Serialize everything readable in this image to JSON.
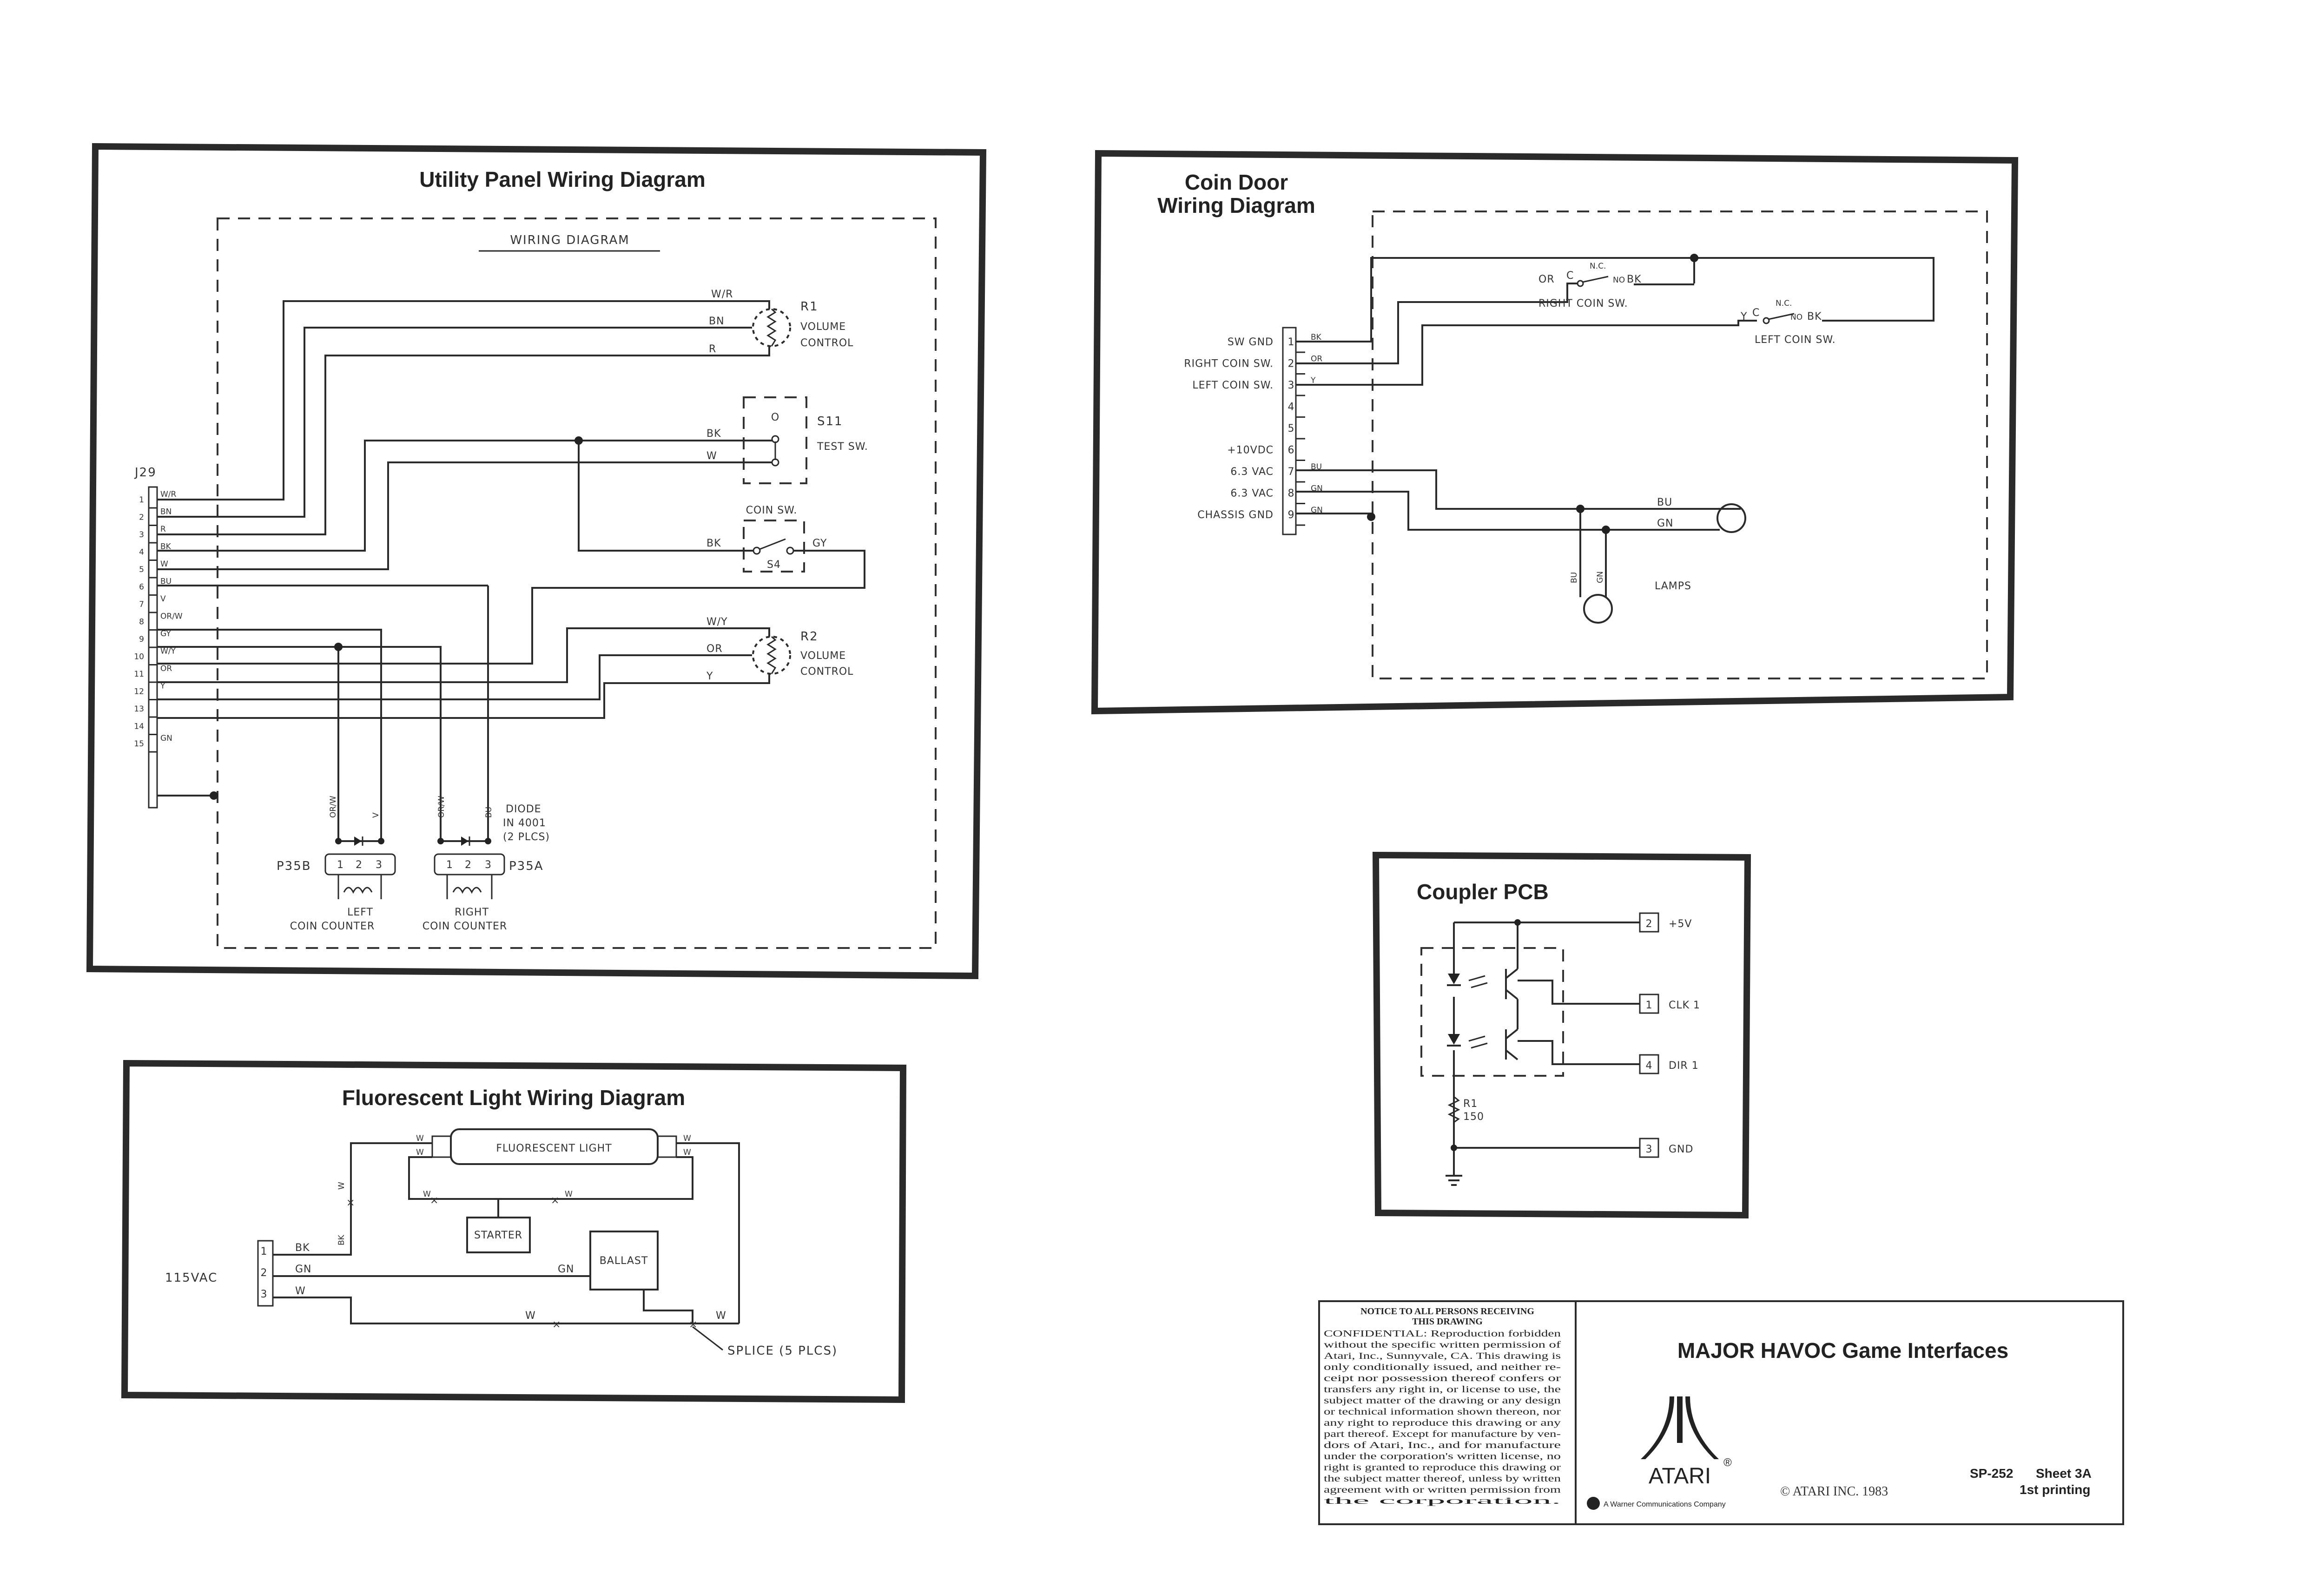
{
  "utility_panel": {
    "title": "Utility Panel Wiring Diagram",
    "subtitle": "WIRING DIAGRAM",
    "connector": "J29",
    "pins": [
      "1",
      "2",
      "3",
      "4",
      "5",
      "6",
      "7",
      "8",
      "9",
      "10",
      "11",
      "12",
      "13",
      "14",
      "15"
    ],
    "pin_wires": [
      "W/R",
      "BN",
      "R",
      "BK",
      "W",
      "BU",
      "V",
      "OR/W",
      "GY",
      "W/Y",
      "OR",
      "Y",
      "",
      "",
      "GN"
    ],
    "r1_wires": [
      "W/R",
      "BN",
      "R"
    ],
    "r1_label": [
      "R1",
      "VOLUME",
      "CONTROL"
    ],
    "s11_wires": [
      "BK",
      "W"
    ],
    "s11_label": [
      "S11",
      "TEST SW."
    ],
    "s11_mark": "O",
    "coin_sw_label": "COIN SW.",
    "coin_sw_id": "S4",
    "coin_sw_wires": [
      "BK",
      "GY"
    ],
    "r2_wires": [
      "W/Y",
      "OR",
      "Y"
    ],
    "r2_label": [
      "R2",
      "VOLUME",
      "CONTROL"
    ],
    "diode_label": [
      "DIODE",
      "IN 4001",
      "(2 PLCS)"
    ],
    "p35b": "P35B",
    "p35a": "P35A",
    "plug_pins": [
      "1",
      "2",
      "3"
    ],
    "left_wires": [
      "OR/W",
      "V"
    ],
    "right_wires": [
      "OR/W",
      "BU"
    ],
    "left_counter": [
      "LEFT",
      "COIN COUNTER"
    ],
    "right_counter": [
      "RIGHT",
      "COIN COUNTER"
    ]
  },
  "coin_door": {
    "title": [
      "Coin Door",
      "Wiring Diagram"
    ],
    "pin_labels": [
      "SW GND",
      "RIGHT COIN SW.",
      "LEFT COIN SW.",
      "",
      "",
      "+10VDC",
      "6.3 VAC",
      "6.3 VAC",
      "CHASSIS GND"
    ],
    "pins": [
      "1",
      "2",
      "3",
      "4",
      "5",
      "6",
      "7",
      "8",
      "9"
    ],
    "pin_wires": [
      "BK",
      "OR",
      "Y",
      "",
      "",
      "",
      "BU",
      "GN",
      "GN"
    ],
    "right_sw": {
      "label": "RIGHT COIN SW.",
      "wire_in": "OR",
      "nc": "N.C.",
      "no": "NO",
      "wire_out": "BK",
      "c": "C"
    },
    "left_sw": {
      "label": "LEFT COIN SW.",
      "wire_in": "Y",
      "nc": "N.C.",
      "no": "NO",
      "wire_out": "BK",
      "c": "C"
    },
    "lamp_wires": [
      "BU",
      "GN"
    ],
    "lamp_wires_vertical": [
      "BU",
      "GN"
    ],
    "lamps_label": "LAMPS"
  },
  "coupler": {
    "title": "Coupler PCB",
    "pins": [
      {
        "num": "2",
        "label": "+5V"
      },
      {
        "num": "1",
        "label": "CLK 1"
      },
      {
        "num": "4",
        "label": "DIR 1"
      },
      {
        "num": "3",
        "label": "GND"
      }
    ],
    "resistor": [
      "R1",
      "150"
    ]
  },
  "fluorescent": {
    "title": "Fluorescent Light Wiring Diagram",
    "tube_label": "FLUORESCENT LIGHT",
    "starter": "STARTER",
    "ballast": "BALLAST",
    "supply": "115VAC",
    "pins": [
      "1",
      "2",
      "3"
    ],
    "pin_wires": [
      "BK",
      "GN",
      "W"
    ],
    "wire_w": "W",
    "wire_bk": "BK",
    "wire_gn": "GN",
    "splice": "SPLICE (5 PLCS)"
  },
  "title_block": {
    "notice_heading": [
      "NOTICE TO ALL PERSONS RECEIVING",
      "THIS DRAWING"
    ],
    "notice_body": [
      "CONFIDENTIAL: Reproduction forbidden",
      "without the specific written permission of",
      "Atari, Inc., Sunnyvale, CA. This drawing is",
      "only conditionally issued, and neither re-",
      "ceipt nor possession thereof confers or",
      "transfers any right in, or license to use, the",
      "subject matter of the drawing or any design",
      "or technical information shown thereon, nor",
      "any right to reproduce this drawing or any",
      "part thereof. Except for manufacture by ven-",
      "dors of Atari, Inc., and for manufacture",
      "under the corporation's written license, no",
      "right is granted to reproduce this drawing or",
      "the subject matter thereof, unless by written",
      "agreement with or written permission from",
      "the corporation."
    ],
    "main_title": "MAJOR HAVOC Game Interfaces",
    "logo_text": "ATARI",
    "registered": "®",
    "warner": "A Warner Communications Company",
    "copyright": "© ATARI INC. 1983",
    "sheet_id": "SP-252",
    "sheet_num": "Sheet 3A",
    "printing": "1st printing"
  }
}
